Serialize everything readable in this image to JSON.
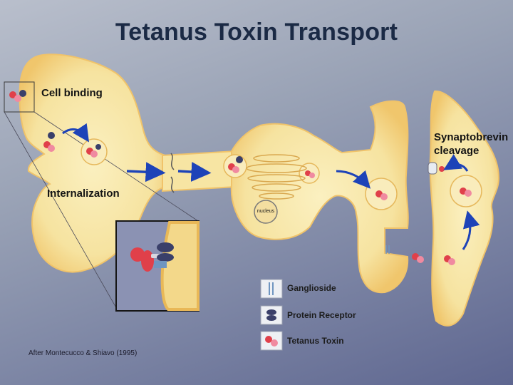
{
  "title": "Tetanus Toxin Transport",
  "labels": {
    "cell_binding": "Cell binding",
    "internalization": "Internalization",
    "synaptobrevin_line1": "Synaptobrevin",
    "synaptobrevin_line2": "cleavage",
    "nucleus": "nucleus"
  },
  "legend": {
    "ganglioside": "Ganglioside",
    "protein_receptor": "Protein Receptor",
    "tetanus_toxin": "Tetanus Toxin"
  },
  "citation": "After Montecucco & Shiavo (1995)",
  "colors": {
    "neuron_fill": "#f5e6a6",
    "neuron_edge": "#f3c76b",
    "arrow": "#1d43b8",
    "toxin_red": "#e0404a",
    "toxin_pink": "#f08aa0",
    "receptor": "#3a3f6a",
    "ganglioside": "#6f95c0"
  }
}
